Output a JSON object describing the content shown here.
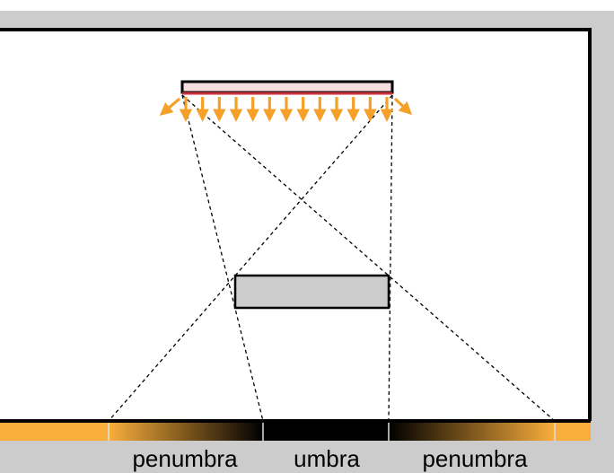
{
  "labels": {
    "left": "penumbra",
    "center": "umbra",
    "right": "penumbra"
  },
  "colors": {
    "frame_background": "#cccccc",
    "room_fill": "#ffffff",
    "outline": "#000000",
    "light_source_fill": "#f7dede",
    "light_source_edge": "#c8323c",
    "light_rays": "#f5a029",
    "obstacle_fill": "#cccccc",
    "floor_light": "#f9ae3b",
    "floor_shadow": "#000000",
    "floor_divider": "#e0e0e0",
    "construction_lines": "#000000"
  },
  "icons": {
    "ray": "arrow-icon"
  }
}
